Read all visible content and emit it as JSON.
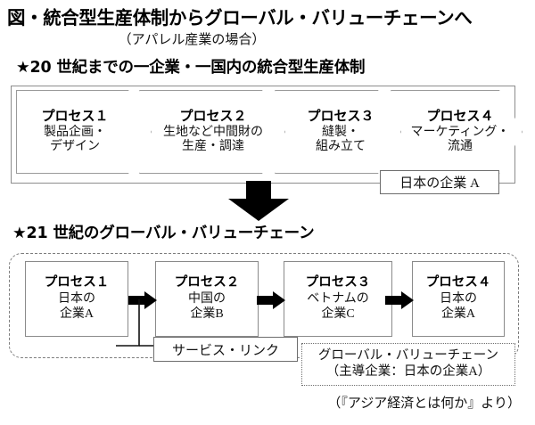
{
  "title": "図・統合型生産体制からグローバル・バリューチェーンへ",
  "subtitle": "（アパレル産業の場合）",
  "section1": {
    "heading": "★20 世紀までの一企業・一国内の統合型生産体制",
    "processes": [
      {
        "num": "プロセス１",
        "line1": "製品企画・",
        "line2": "デザイン"
      },
      {
        "num": "プロセス２",
        "line1": "生地など中間財の",
        "line2": "生産・調達"
      },
      {
        "num": "プロセス３",
        "line1": "縫製・",
        "line2": "組み立て"
      },
      {
        "num": "プロセス４",
        "line1": "マーケティング・",
        "line2": "流通"
      }
    ],
    "company_tag": "日本の企業 A"
  },
  "transition_icon": "down-arrow",
  "section2": {
    "heading": "★21 世紀のグローバル・バリューチェーン",
    "processes": [
      {
        "num": "プロセス１",
        "line1": "日本の",
        "line2": "企業A"
      },
      {
        "num": "プロセス２",
        "line1": "中国の",
        "line2": "企業B"
      },
      {
        "num": "プロセス３",
        "line1": "ベトナムの",
        "line2": "企業C"
      },
      {
        "num": "プロセス４",
        "line1": "日本の",
        "line2": "企業A"
      }
    ],
    "service_link_label": "サービス・リンク",
    "gvc_label_line1": "グローバル・バリューチェーン",
    "gvc_label_line2": "（主導企業：日本の企業A）"
  },
  "source": "（『アジア経済とは何か』より）",
  "colors": {
    "ink": "#111111",
    "box_border": "#8a8a8a",
    "dashed_border": "#7d7d7d",
    "arrow_fill": "#000000"
  }
}
